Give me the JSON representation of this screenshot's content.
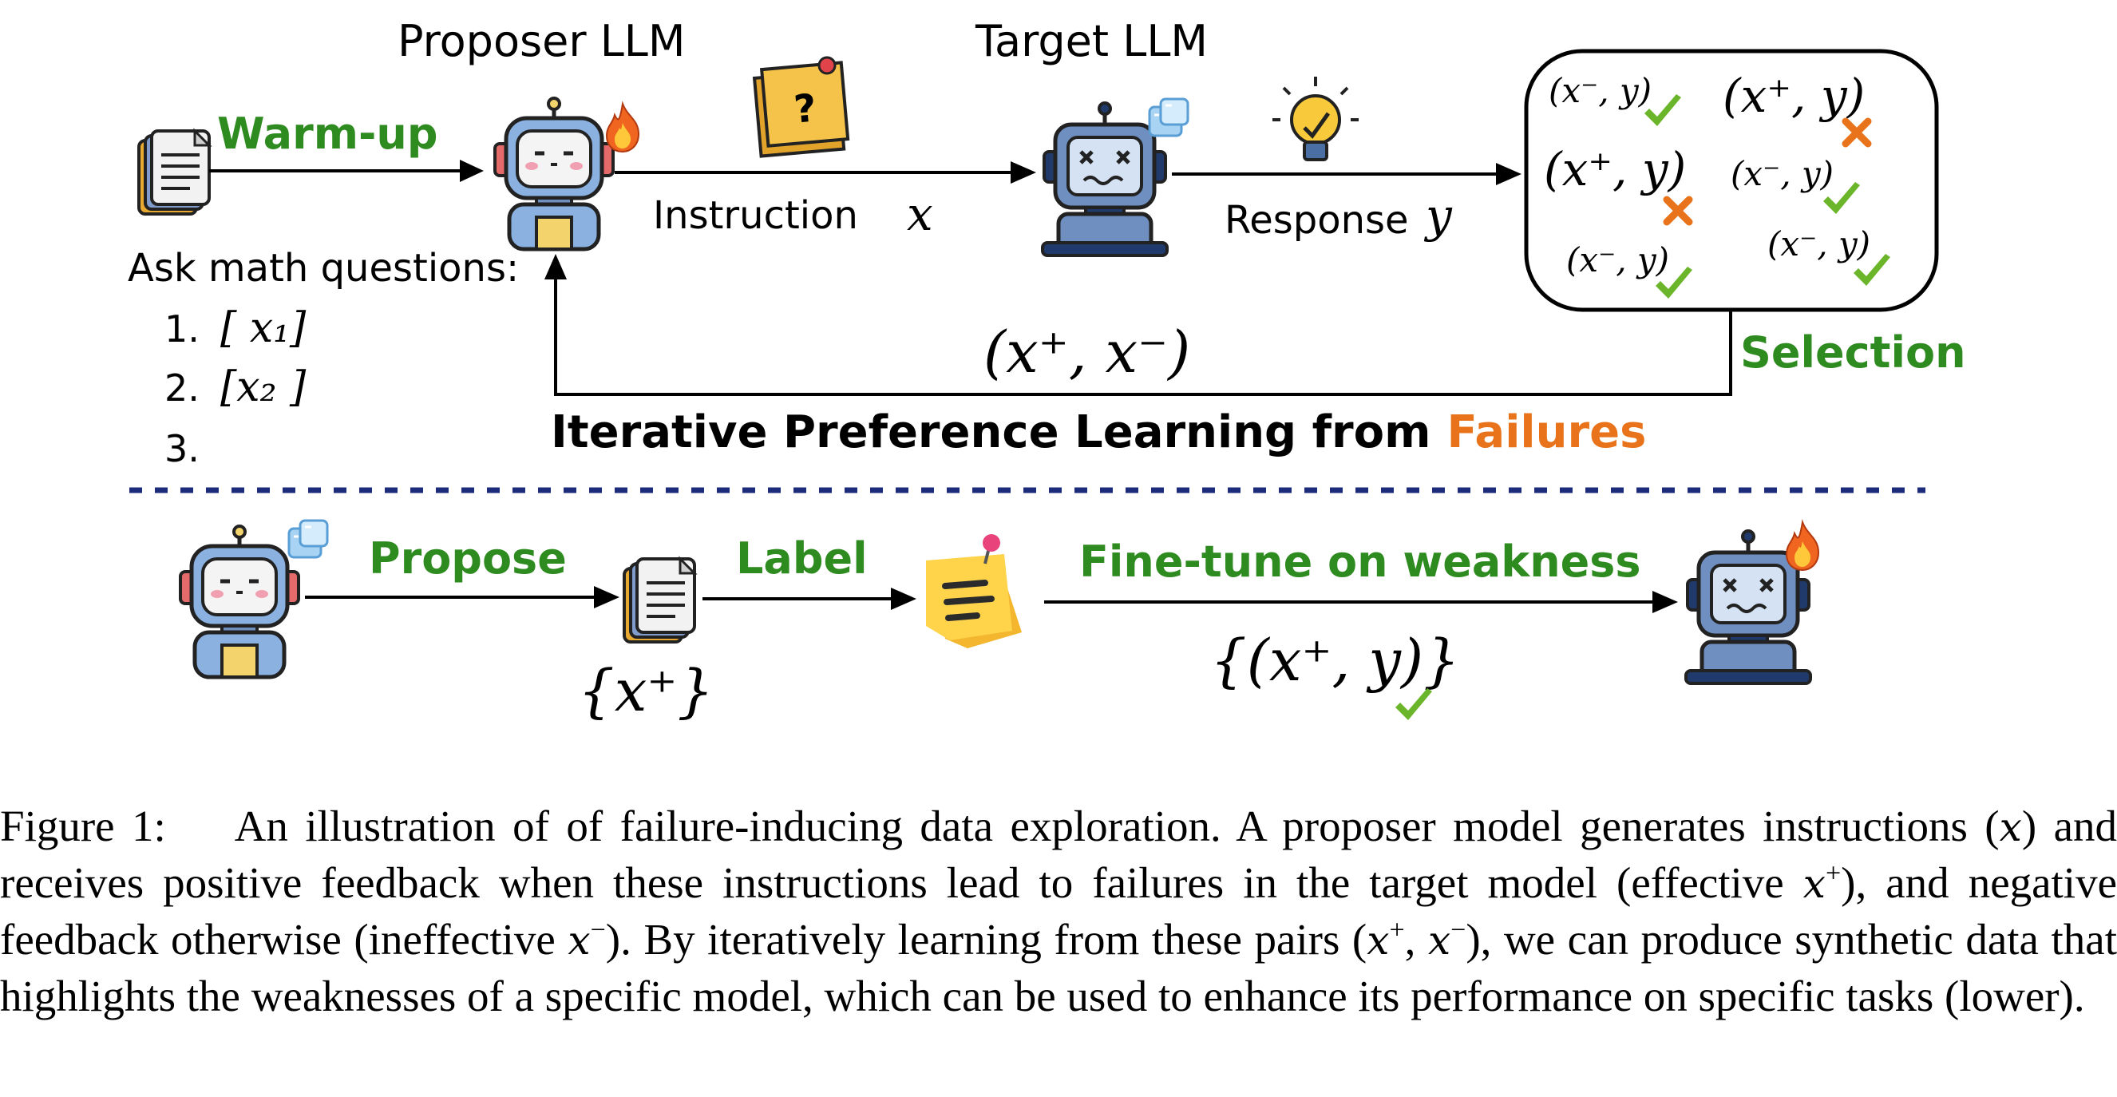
{
  "figure": {
    "top": {
      "proposer_title": "Proposer LLM",
      "target_title": "Target LLM",
      "warmup_label": "Warm-up",
      "instruction_label": "Instruction",
      "instruction_var": "x",
      "response_label": "Response",
      "response_var": "y",
      "question_mark": "?",
      "ask_title": "Ask math questions:",
      "ask_items": [
        {
          "num": "1.",
          "text": "[ x₁]"
        },
        {
          "num": "2.",
          "text": "[x₂ ]"
        },
        {
          "num": "3.",
          "text": ""
        }
      ],
      "selection_label": "Selection",
      "pair_label": "(x⁺, x⁻)",
      "iterative_text": "Iterative Preference Learning from",
      "iterative_highlight": "Failures",
      "results": [
        {
          "text": "(x⁻, y)",
          "mark": "check"
        },
        {
          "text": "(x⁺, y)",
          "mark": "cross"
        },
        {
          "text": "(x⁺, y)",
          "mark": "cross"
        },
        {
          "text": "(x⁻, y)",
          "mark": "check"
        },
        {
          "text": "(x⁻, y)",
          "mark": "check"
        },
        {
          "text": "(x⁻, y)",
          "mark": "check"
        }
      ]
    },
    "bottom": {
      "propose_label": "Propose",
      "label_label": "Label",
      "finetune_label": "Fine-tune on weakness",
      "set_x_label": "{x⁺}",
      "set_xy_label": "{(x⁺, y)}"
    }
  },
  "caption": {
    "figure_label": "Figure 1:",
    "intro": "An illustration of of failure-inducing data exploration. A proposer model generates instructions (",
    "var_x": "x",
    "part2": ") and receives positive feedback when these instructions lead to failures in the target model (effective ",
    "xplus_base": "x",
    "xplus_sup": "+",
    "part3": "), and negative feedback otherwise (ineffective ",
    "xminus_base": "x",
    "xminus_sup": "−",
    "part4": "). By iteratively learning from these pairs (",
    "pair_x1": "x",
    "pair_sup1": "+",
    "pair_sep": ", ",
    "pair_x2": "x",
    "pair_sup2": "−",
    "part5": "), we can produce synthetic data that highlights the weaknesses of a specific model, which can be used to enhance its performance on specific tasks (lower)."
  },
  "colors": {
    "green": "#2e8b1f",
    "orange": "#e8731a",
    "dashed_line": "#1c2b7a",
    "robot_blue": "#6f8fc0",
    "robot_navy": "#1f3a6b",
    "check": "#6bb52b",
    "cross": "#e8731a"
  },
  "icons": [
    "document-icon",
    "proposer-robot-icon",
    "fire-icon",
    "ice-cube-icon",
    "sticky-note-question-icon",
    "target-robot-icon",
    "lightbulb-icon",
    "check-icon",
    "cross-icon",
    "sticky-note-pin-icon"
  ]
}
